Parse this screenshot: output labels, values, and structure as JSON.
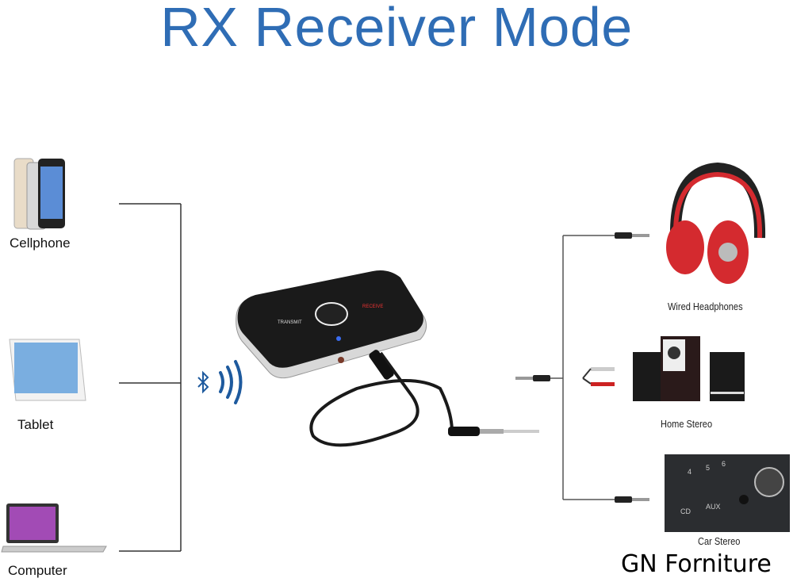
{
  "title": "RX Receiver Mode",
  "sources": [
    {
      "label": "Cellphone"
    },
    {
      "label": "Tablet"
    },
    {
      "label": "Computer"
    }
  ],
  "outputs": [
    {
      "label": "Wired Headphones"
    },
    {
      "label": "Home Stereo"
    },
    {
      "label": "Car Stereo"
    }
  ],
  "device": {
    "left_text": "TRANSMIT",
    "right_text": "RECEIVE"
  },
  "car_buttons": [
    "4",
    "5",
    "6",
    "CD",
    "AUX"
  ],
  "watermark": "GN Forniture",
  "colors": {
    "title": "#2f6db5",
    "bluetooth": "#1e5a9e",
    "headphone": "#d42a2f"
  }
}
